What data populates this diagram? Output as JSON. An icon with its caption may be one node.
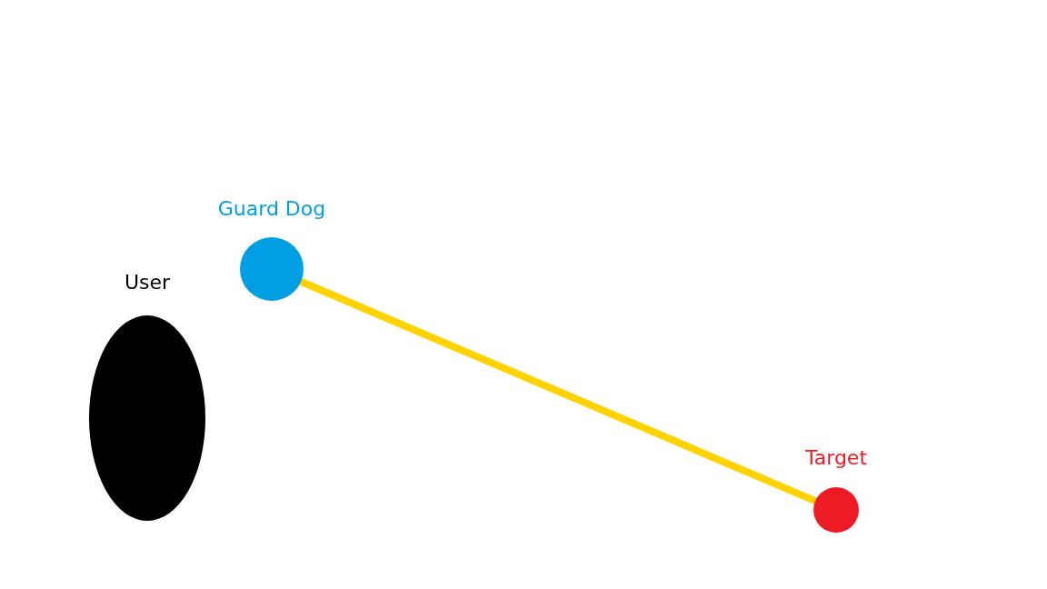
{
  "diagram": {
    "nodes": [
      {
        "text": [
          "User"
        ]
      },
      {
        "text": [
          "Guard Dog"
        ]
      },
      {
        "text": [
          "Target"
        ]
      }
    ],
    "edges": [
      {
        "from": 1,
        "to": 2,
        "arrow": "none",
        "color": "#ffd200"
      }
    ]
  }
}
